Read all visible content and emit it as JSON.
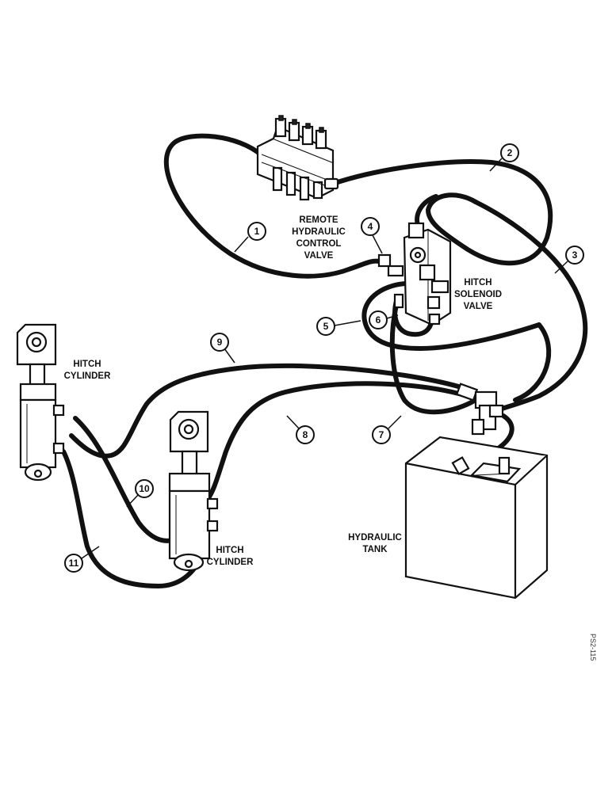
{
  "labels": {
    "remote_valve": [
      "REMOTE",
      "HYDRAULIC",
      "CONTROL",
      "VALVE"
    ],
    "solenoid_valve": [
      "HITCH",
      "SOLENOID",
      "VALVE"
    ],
    "hitch_cylinder_left": [
      "HITCH",
      "CYLINDER"
    ],
    "hitch_cylinder_right": [
      "HITCH",
      "CYLINDER"
    ],
    "tank": [
      "HYDRAULIC",
      "TANK"
    ]
  },
  "callouts": [
    "1",
    "2",
    "3",
    "4",
    "5",
    "6",
    "7",
    "8",
    "9",
    "10",
    "11"
  ],
  "figure_code": "PS2-115",
  "colors": {
    "ink": "#111111",
    "paper": "#ffffff"
  }
}
